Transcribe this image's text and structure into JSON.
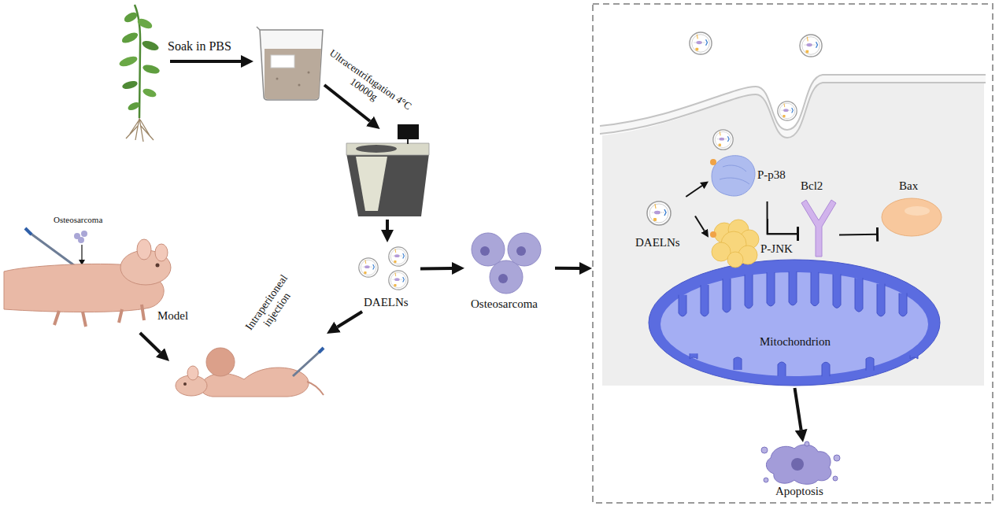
{
  "diagram": {
    "nodes": [
      {
        "text": [
          "DAELNs"
        ]
      },
      {
        "text": [
          "Osteosarcoma"
        ]
      },
      {
        "text": [
          "Model"
        ]
      },
      {
        "text": [
          "Intraperitoneal injection"
        ]
      },
      {
        "text": []
      },
      {
        "text": [
          "DAELNs"
        ],
        "in": 4
      },
      {
        "text": [
          "P-p38"
        ],
        "in": 4
      },
      {
        "text": [
          "P-JNK"
        ],
        "in": 4
      },
      {
        "text": [
          "Bcl2"
        ],
        "in": 4
      },
      {
        "text": [
          "Bax"
        ],
        "in": 4
      },
      {
        "text": [
          "Mitochondrion"
        ],
        "in": 4
      },
      {
        "text": [
          "Apoptosis"
        ],
        "in": 4
      }
    ],
    "edges": [
      {
        "from": 0,
        "to": 1,
        "arrow": "to"
      },
      {
        "from": 1,
        "to": 4,
        "arrow": "to"
      },
      {
        "from": 0,
        "to": 3,
        "arrow": "to"
      },
      {
        "from": 2,
        "to": 3,
        "arrow": "to"
      },
      {
        "from": 5,
        "to": 6,
        "arrow": "to"
      },
      {
        "from": 5,
        "to": 7,
        "arrow": "to"
      },
      {
        "from": 6,
        "to": 8,
        "arrow": "to"
      },
      {
        "from": 7,
        "to": 8,
        "arrow": "to"
      },
      {
        "from": 8,
        "to": 9,
        "arrow": "to"
      },
      {
        "from": 10,
        "to": 11,
        "arrow": "to"
      }
    ],
    "labels": [
      "Soak in PBS",
      "Ultracentrifugation 4°C 10000g",
      "Osteosarcoma"
    ]
  }
}
